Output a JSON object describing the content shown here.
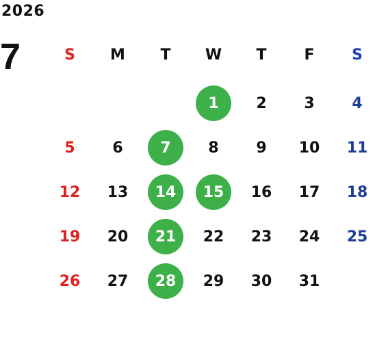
{
  "year": "2026",
  "month": "7",
  "weekdays": [
    "S",
    "M",
    "T",
    "W",
    "T",
    "F",
    "S"
  ],
  "colors": {
    "sunday": "#e02020",
    "saturday": "#1f3d99",
    "highlight": "#3db049"
  },
  "weeks": [
    [
      "",
      "",
      "",
      "1",
      "2",
      "3",
      "4"
    ],
    [
      "5",
      "6",
      "7",
      "8",
      "9",
      "10",
      "11"
    ],
    [
      "12",
      "13",
      "14",
      "15",
      "16",
      "17",
      "18"
    ],
    [
      "19",
      "20",
      "21",
      "22",
      "23",
      "24",
      "25"
    ],
    [
      "26",
      "27",
      "28",
      "29",
      "30",
      "31",
      ""
    ]
  ],
  "highlighted_days": [
    "1",
    "7",
    "14",
    "15",
    "21",
    "28"
  ]
}
